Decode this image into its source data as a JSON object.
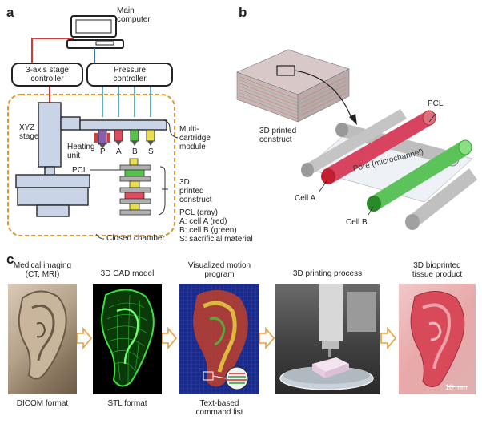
{
  "panel_labels": {
    "a": "a",
    "b": "b",
    "c": "c"
  },
  "panel_a": {
    "main_computer": [
      "Main",
      "computer"
    ],
    "stage_controller": [
      "3-axis stage",
      "controller"
    ],
    "pressure_controller": [
      "Pressure",
      "controller"
    ],
    "xyz_stage": [
      "XYZ",
      "stage"
    ],
    "heating_unit": [
      "Heating",
      "unit"
    ],
    "cartridge_letters": [
      "P",
      "A",
      "B",
      "S"
    ],
    "multi_cartridge": [
      "Multi-",
      "cartridge",
      "module"
    ],
    "pcl": "PCL",
    "printed_construct": [
      "3D",
      "printed",
      "construct"
    ],
    "legend": [
      "PCL (gray)",
      "A: cell A (red)",
      "B: cell B (green)",
      "S: sacrificial material"
    ],
    "closed_chamber": "Closed chamber",
    "colors": {
      "chamber_border": "#e0952b",
      "red_line": "#d63b3b",
      "blue_line": "#3b6fb5",
      "cell_a": "#e24b5e",
      "cell_b": "#56c24a",
      "sacrificial": "#e8e04a",
      "pcl": "#b0b0b0"
    }
  },
  "panel_b": {
    "printed_construct": [
      "3D printed",
      "construct"
    ],
    "pcl": "PCL",
    "pore": "Pore (microchannel)",
    "cell_a": "Cell A",
    "cell_b": "Cell B"
  },
  "panel_c": {
    "steps": [
      {
        "title": [
          "Medical imaging",
          "(CT, MRI)"
        ],
        "caption": [
          "DICOM format"
        ]
      },
      {
        "title": [
          "3D CAD model"
        ],
        "caption": [
          "STL format"
        ]
      },
      {
        "title": [
          "Visualized motion",
          "program"
        ],
        "caption": [
          "Text-based",
          "command list"
        ]
      },
      {
        "title": [
          "3D printing process"
        ],
        "caption": []
      },
      {
        "title": [
          "3D bioprinted",
          "tissue product"
        ],
        "caption": []
      }
    ],
    "scale_bar": "10 mm",
    "arrow_color": "#e8a040"
  }
}
